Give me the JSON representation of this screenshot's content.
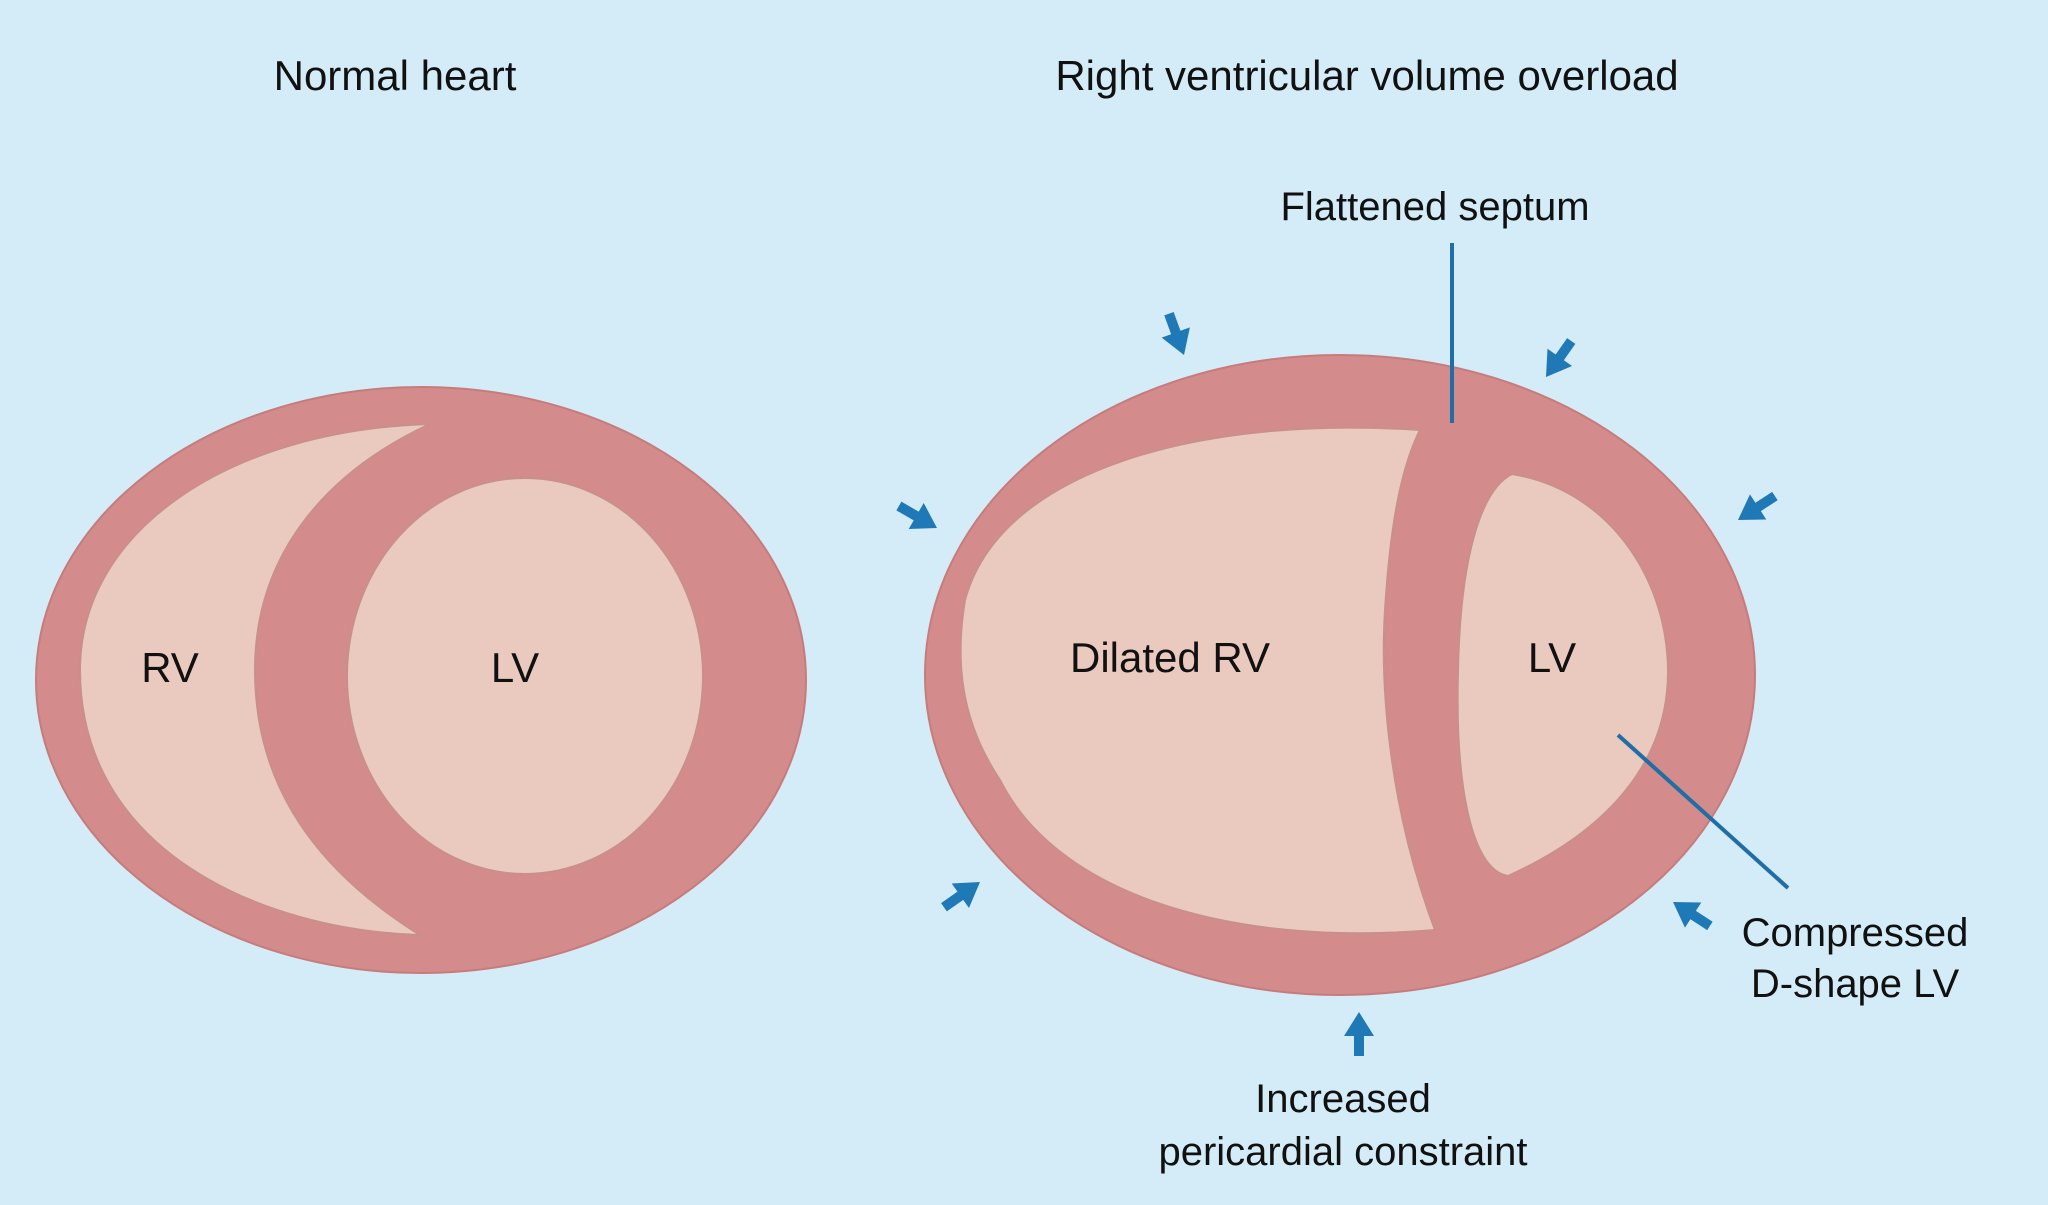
{
  "normal": {
    "title": "Normal heart",
    "rv_label": "RV",
    "lv_label": "LV"
  },
  "overload": {
    "title": "Right ventricular volume overload",
    "rv_label": "Dilated RV",
    "lv_label": "LV",
    "septum_label": "Flattened septum",
    "lv_callout_line1": "Compressed",
    "lv_callout_line2": "D-shape LV",
    "constraint_line1": "Increased",
    "constraint_line2": "pericardial constraint"
  },
  "colors": {
    "background": "#d3ecf7",
    "myocardium": "#d38c8b",
    "cavity": "#eac9be",
    "arrow": "#1f79b6",
    "leader_line": "#1f6ea6"
  }
}
